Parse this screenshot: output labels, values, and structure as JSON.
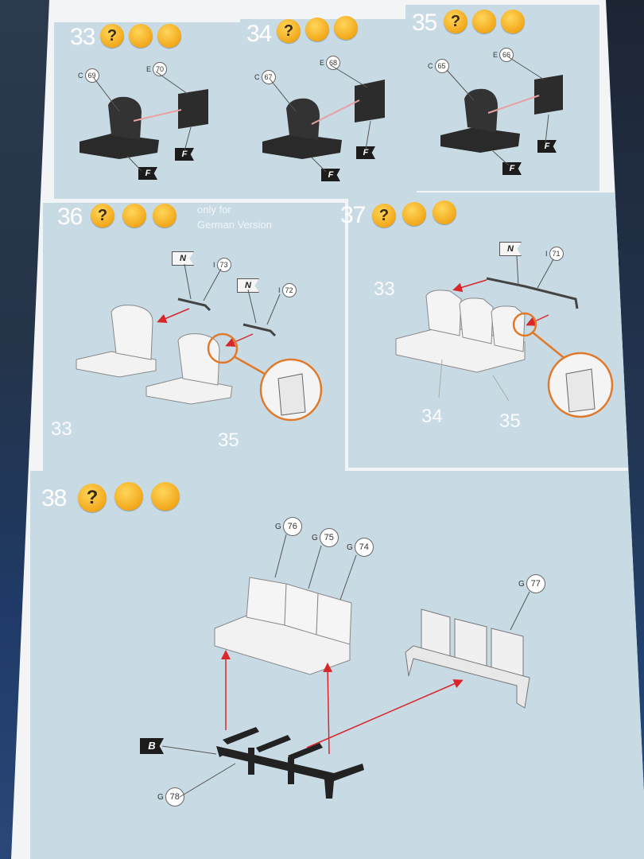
{
  "steps": {
    "s33": {
      "number": "33",
      "parts": [
        {
          "letter": "C",
          "num": "69"
        },
        {
          "letter": "E",
          "num": "70"
        }
      ],
      "flag": "F",
      "flag2": "F"
    },
    "s34": {
      "number": "34",
      "parts": [
        {
          "letter": "C",
          "num": "67"
        },
        {
          "letter": "E",
          "num": "68"
        }
      ],
      "flag": "F",
      "flag2": "F"
    },
    "s35": {
      "number": "35",
      "parts": [
        {
          "letter": "C",
          "num": "65"
        },
        {
          "letter": "E",
          "num": "66"
        }
      ],
      "flag": "F",
      "flag2": "F"
    },
    "s36": {
      "number": "36",
      "note_line1": "only for",
      "note_line2": "German Version",
      "parts": [
        {
          "letter": "I",
          "num": "73"
        },
        {
          "letter": "I",
          "num": "72"
        }
      ],
      "flag": "N",
      "flag2": "N",
      "ref_a": "33",
      "ref_b": "35"
    },
    "s37": {
      "number": "37",
      "parts": [
        {
          "letter": "I",
          "num": "71"
        }
      ],
      "flag": "N",
      "ref_a": "33",
      "ref_b": "34",
      "ref_c": "35"
    },
    "s38": {
      "number": "38",
      "parts": [
        {
          "letter": "G",
          "num": "76"
        },
        {
          "letter": "G",
          "num": "75"
        },
        {
          "letter": "G",
          "num": "74"
        },
        {
          "letter": "G",
          "num": "77"
        },
        {
          "letter": "G",
          "num": "78"
        }
      ],
      "flag": "B"
    }
  },
  "badge_question": "?",
  "colors": {
    "panel": "#c8dbe5",
    "badge": "#f2a81b",
    "arrow": "#d8262b",
    "detail_ring": "#e07a2a"
  }
}
